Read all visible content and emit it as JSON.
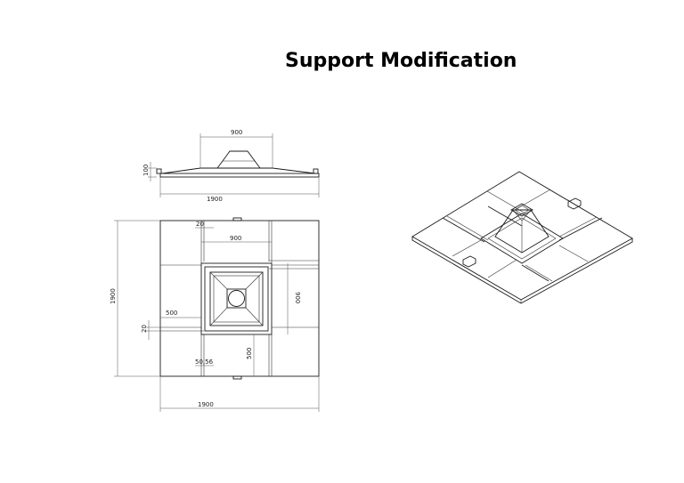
{
  "title": "Support Modification",
  "dimensions": {
    "side_top_width": "900",
    "side_height": "100",
    "side_total_width": "1900",
    "plan_top_offset": "20",
    "plan_inner_width": "900",
    "plan_total_height": "1900",
    "plan_inner_height": "900",
    "plan_arm_width": "500",
    "plan_left_offset": "20",
    "plan_bottom_small": "50,56",
    "plan_bottom_arm": "500",
    "plan_total_width": "1900"
  }
}
